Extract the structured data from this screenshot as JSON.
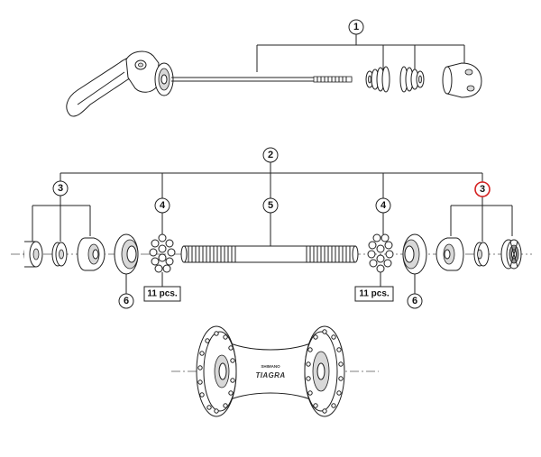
{
  "callouts": {
    "skewer": "1",
    "axle_set": "2",
    "cone_left": "3",
    "cone_right": "3",
    "balls_left": "4",
    "balls_right": "4",
    "axle": "5",
    "cup_left": "6",
    "cup_right": "6"
  },
  "highlight_color": "#d42020",
  "quantity_labels": {
    "left": "11 pcs.",
    "right": "11 pcs."
  },
  "hub_brand": {
    "maker": "SHIMANO",
    "model": "TIAGRA"
  }
}
